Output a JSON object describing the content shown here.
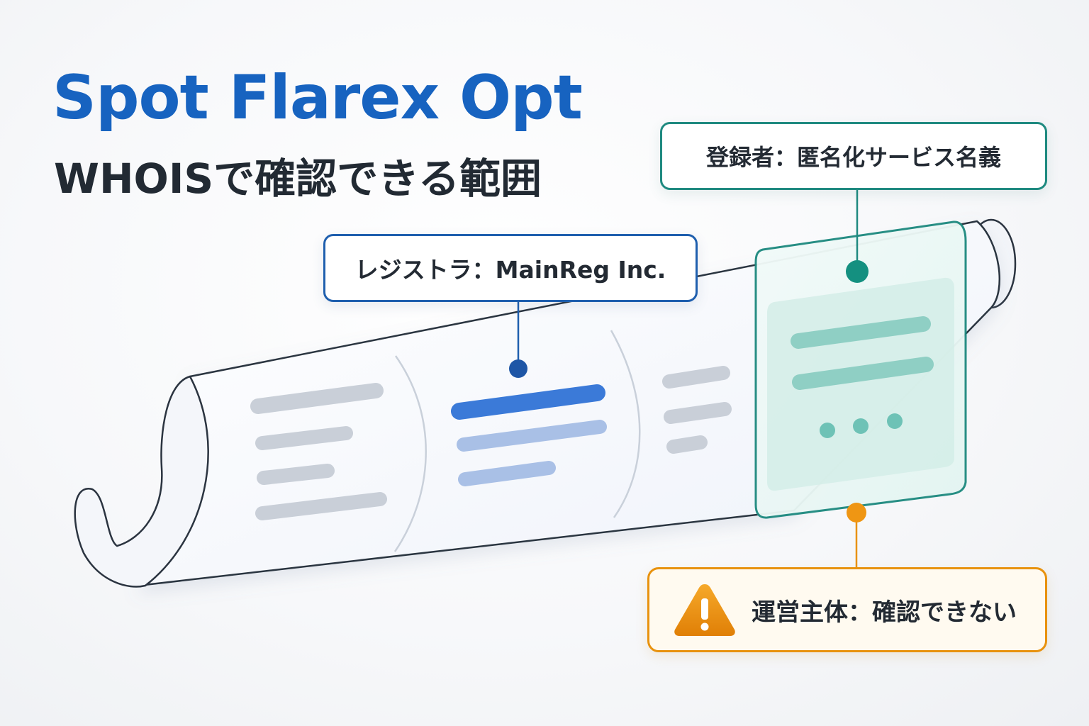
{
  "title": "Spot Flarex Opt",
  "subtitle": "WHOISで確認できる範囲",
  "callouts": {
    "registrar": "レジストラ：MainReg Inc.",
    "registrant": "登録者：匿名化サービス名義",
    "operator": "運営主体：確認できない"
  },
  "icons": {
    "operator": "warning-icon"
  },
  "colors": {
    "title": "#1763c0",
    "registrar": "#1f5fae",
    "registrant": "#1f8a80",
    "operator": "#e8920e",
    "text": "#232a33"
  }
}
